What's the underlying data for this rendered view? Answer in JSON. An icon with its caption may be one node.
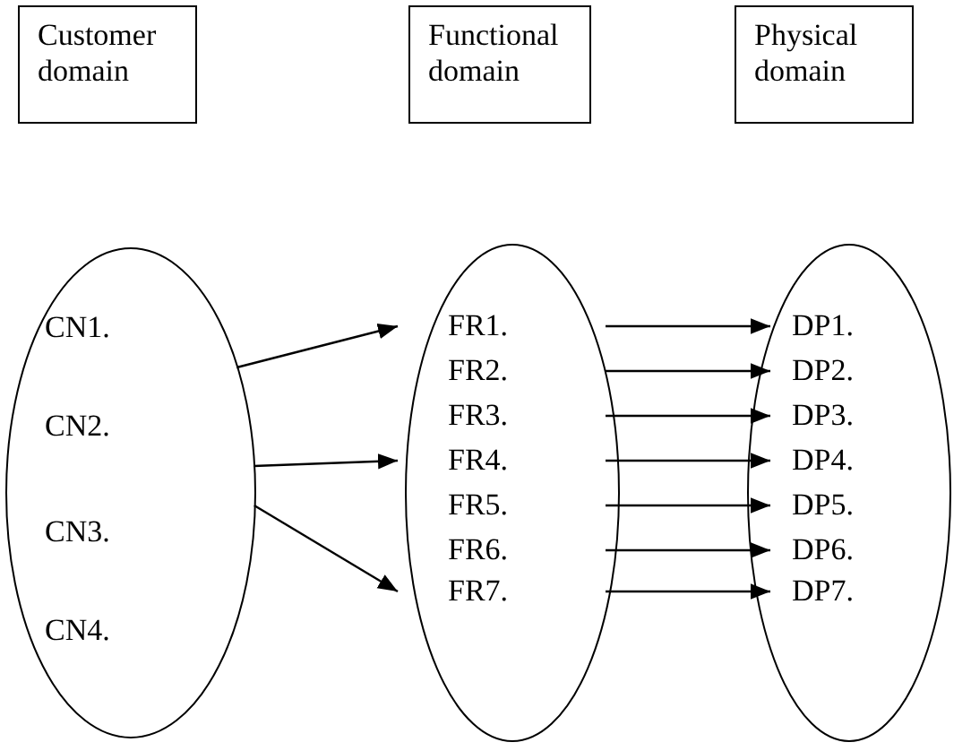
{
  "diagram": {
    "nodes": [
      {
        "text": [
          "Customer domain"
        ]
      },
      {
        "text": [
          "Functional domain"
        ]
      },
      {
        "text": [
          "Physical domain"
        ]
      },
      {
        "text": [],
        "shape": "ellipse"
      },
      {
        "text": [
          "CN1."
        ],
        "in": 3
      },
      {
        "text": [
          "CN2."
        ],
        "in": 3
      },
      {
        "text": [
          "CN3."
        ],
        "in": 3
      },
      {
        "text": [
          "CN4."
        ],
        "in": 3
      },
      {
        "text": [],
        "shape": "ellipse"
      },
      {
        "text": [
          "FR1."
        ],
        "in": 8
      },
      {
        "text": [
          "FR2."
        ],
        "in": 8
      },
      {
        "text": [
          "FR3."
        ],
        "in": 8
      },
      {
        "text": [
          "FR4."
        ],
        "in": 8
      },
      {
        "text": [
          "FR5."
        ],
        "in": 8
      },
      {
        "text": [
          "FR6."
        ],
        "in": 8
      },
      {
        "text": [
          "FR7."
        ],
        "in": 8
      },
      {
        "text": [],
        "shape": "ellipse"
      },
      {
        "text": [
          "DP1."
        ],
        "in": 16
      },
      {
        "text": [
          "DP2."
        ],
        "in": 16
      },
      {
        "text": [
          "DP3."
        ],
        "in": 16
      },
      {
        "text": [
          "DP4."
        ],
        "in": 16
      },
      {
        "text": [
          "DP5."
        ],
        "in": 16
      },
      {
        "text": [
          "DP6."
        ],
        "in": 16
      },
      {
        "text": [
          "DP7."
        ],
        "in": 16
      }
    ],
    "edges": [
      {
        "from": 3,
        "to": 9,
        "arrow": "to"
      },
      {
        "from": 3,
        "to": 12,
        "arrow": "to"
      },
      {
        "from": 3,
        "to": 15,
        "arrow": "to"
      },
      {
        "from": 9,
        "to": 17,
        "arrow": "to"
      },
      {
        "from": 10,
        "to": 18,
        "arrow": "to"
      },
      {
        "from": 11,
        "to": 19,
        "arrow": "to"
      },
      {
        "from": 12,
        "to": 20,
        "arrow": "to"
      },
      {
        "from": 13,
        "to": 21,
        "arrow": "to"
      },
      {
        "from": 14,
        "to": 22,
        "arrow": "to"
      },
      {
        "from": 15,
        "to": 23,
        "arrow": "to"
      }
    ]
  }
}
